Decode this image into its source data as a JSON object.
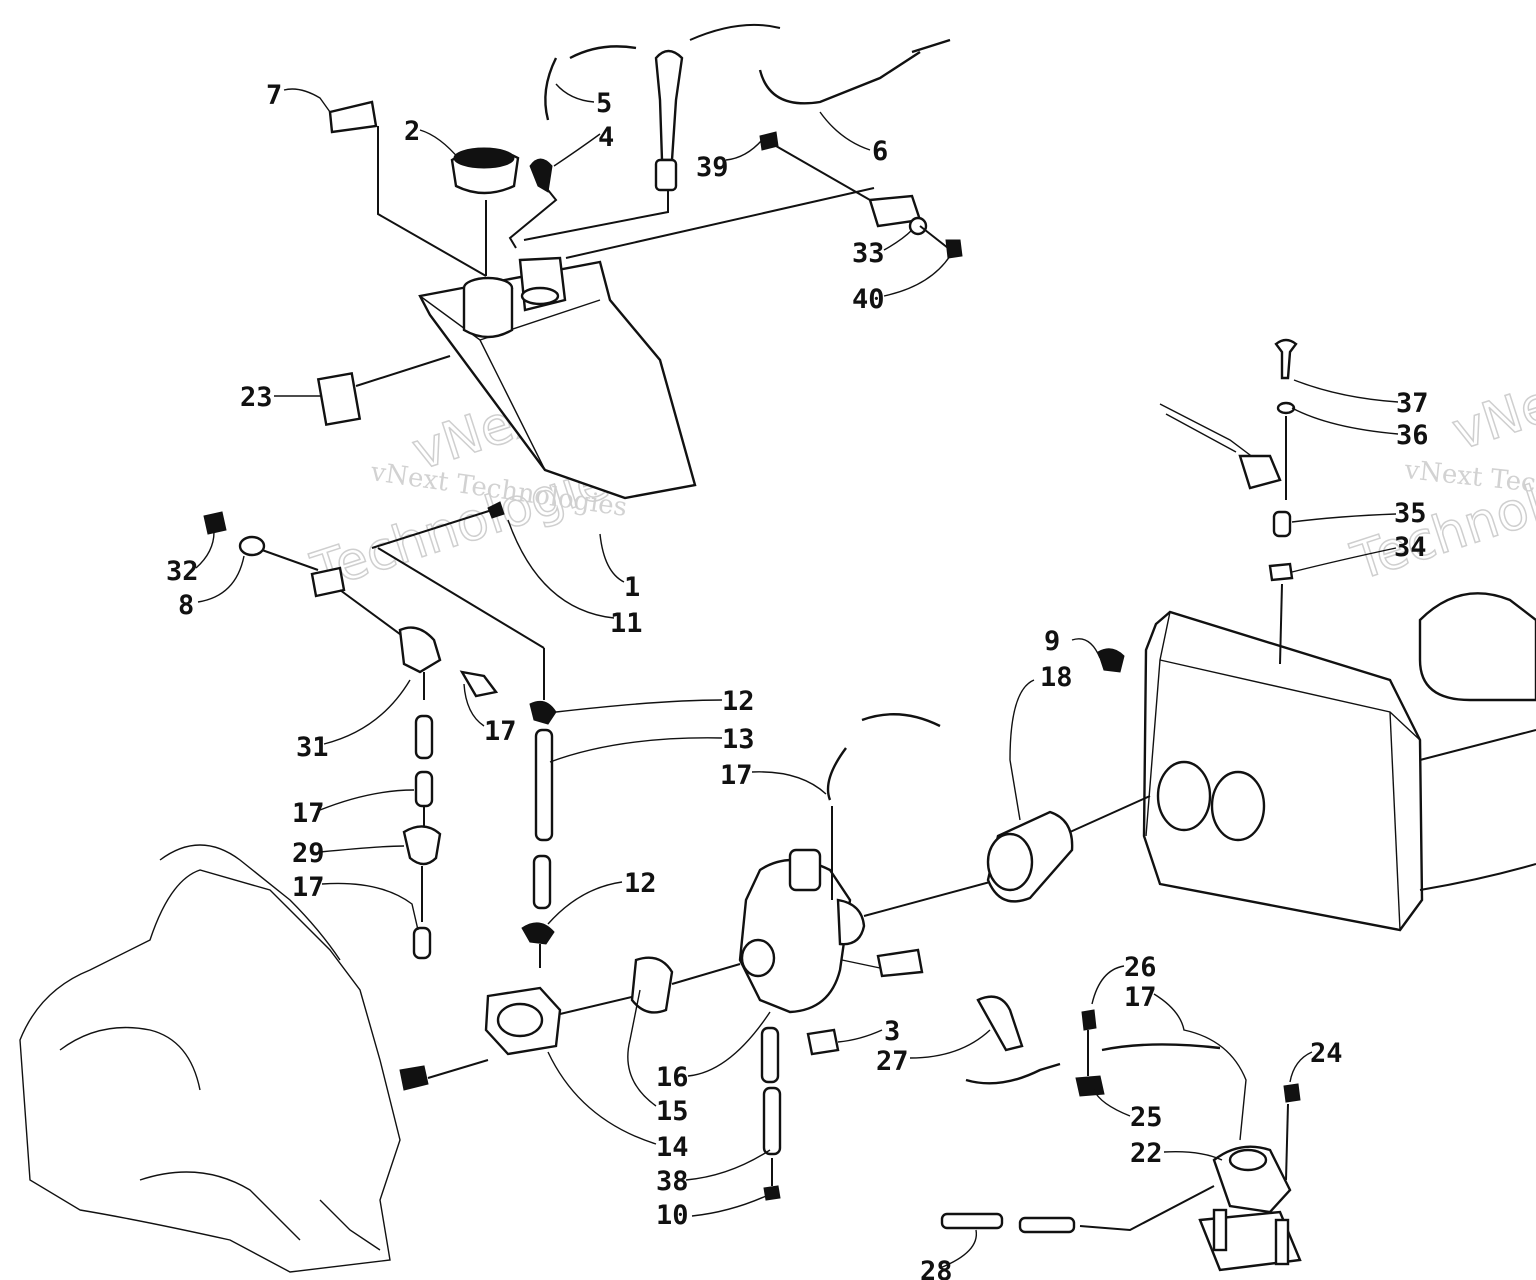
{
  "watermark": {
    "line_text": "vNext Technologies",
    "big_line_1": "vNext",
    "big_line_2": "Technologies"
  },
  "callouts": [
    {
      "id": "c7",
      "label": "7"
    },
    {
      "id": "c2",
      "label": "2"
    },
    {
      "id": "c5",
      "label": "5"
    },
    {
      "id": "c4",
      "label": "4"
    },
    {
      "id": "c39",
      "label": "39"
    },
    {
      "id": "c6",
      "label": "6"
    },
    {
      "id": "c33",
      "label": "33"
    },
    {
      "id": "c40",
      "label": "40"
    },
    {
      "id": "c23",
      "label": "23"
    },
    {
      "id": "c1",
      "label": "1"
    },
    {
      "id": "c11",
      "label": "11"
    },
    {
      "id": "c32",
      "label": "32"
    },
    {
      "id": "c8",
      "label": "8"
    },
    {
      "id": "c31",
      "label": "31"
    },
    {
      "id": "c17a",
      "label": "17"
    },
    {
      "id": "c17b",
      "label": "17"
    },
    {
      "id": "c29",
      "label": "29"
    },
    {
      "id": "c17c",
      "label": "17"
    },
    {
      "id": "c12a",
      "label": "12"
    },
    {
      "id": "c13",
      "label": "13"
    },
    {
      "id": "c17d",
      "label": "17"
    },
    {
      "id": "c12b",
      "label": "12"
    },
    {
      "id": "c9",
      "label": "9"
    },
    {
      "id": "c18",
      "label": "18"
    },
    {
      "id": "c37",
      "label": "37"
    },
    {
      "id": "c36",
      "label": "36"
    },
    {
      "id": "c35",
      "label": "35"
    },
    {
      "id": "c34",
      "label": "34"
    },
    {
      "id": "c3",
      "label": "3"
    },
    {
      "id": "c27",
      "label": "27"
    },
    {
      "id": "c16",
      "label": "16"
    },
    {
      "id": "c15",
      "label": "15"
    },
    {
      "id": "c14",
      "label": "14"
    },
    {
      "id": "c38",
      "label": "38"
    },
    {
      "id": "c10",
      "label": "10"
    },
    {
      "id": "c26",
      "label": "26"
    },
    {
      "id": "c17e",
      "label": "17"
    },
    {
      "id": "c25",
      "label": "25"
    },
    {
      "id": "c24",
      "label": "24"
    },
    {
      "id": "c22",
      "label": "22"
    },
    {
      "id": "c28",
      "label": "28"
    }
  ]
}
